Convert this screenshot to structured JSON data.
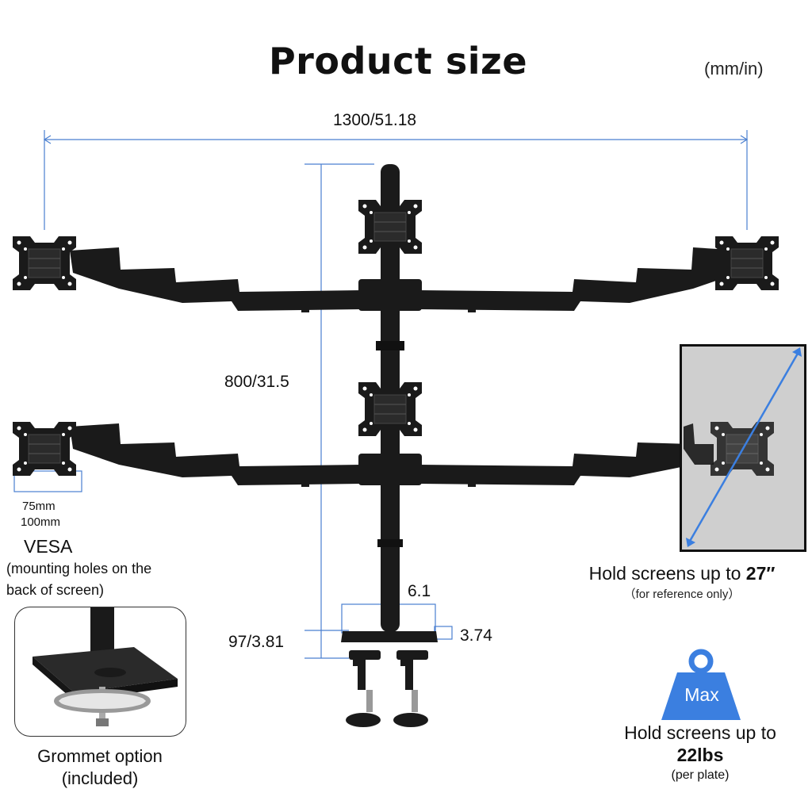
{
  "title": "Product size",
  "units": "(mm/in)",
  "dimensions": {
    "overall_width": "1300/51.18",
    "height": "800/31.5",
    "base_height": "97/3.81",
    "clamp_width": "6.1",
    "clamp_height": "3.74"
  },
  "vesa": {
    "inner": "75mm",
    "outer": "100mm",
    "title": "VESA",
    "description": "(mounting holes on the back of screen)"
  },
  "screen": {
    "hold_prefix": "Hold screens up to ",
    "size": "27″",
    "note": "（for reference only）"
  },
  "grommet": {
    "label_line1": "Grommet option",
    "label_line2": "(included)"
  },
  "weight": {
    "badge": "Max",
    "hold_text": "Hold screens up to",
    "value": "22lbs",
    "note": "(per plate)"
  },
  "colors": {
    "dimension_line": "#4a7fd0",
    "badge": "#3b7fe0",
    "metal": "#1a1a1a"
  }
}
